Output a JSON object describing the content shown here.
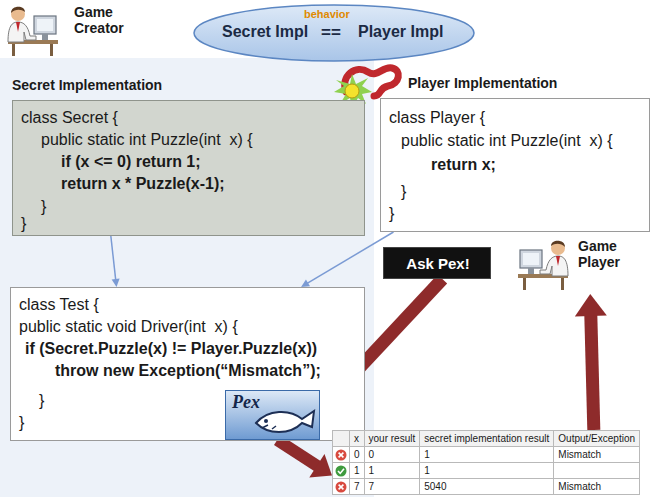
{
  "diagram": {
    "nodes": [
      {
        "text": [
          "Game Creator"
        ]
      },
      {
        "text": [
          "Secret Impl",
          "behavior",
          "==",
          "Player Impl"
        ]
      },
      {
        "text": [
          "Secret Implementation",
          "class Secret {",
          "public static int Puzzle(int  x) {",
          "if (x <= 0) return 1;",
          "return x * Puzzle(x-1);",
          "}",
          "}"
        ]
      },
      {
        "text": [
          "Player Implementation",
          "class Player {",
          "public static int Puzzle(int  x) {",
          "return x;",
          "}",
          "}"
        ]
      },
      {
        "text": [
          "Game Player"
        ]
      },
      {
        "text": [
          "Ask Pex!"
        ]
      },
      {
        "text": [
          "class Test {",
          "public static void Driver(int  x) {",
          "if (Secret.Puzzle(x) != Player.Puzzle(x))",
          "throw new Exception(“Mismatch”);",
          "}",
          "}"
        ]
      },
      {
        "text": [
          "Pex"
        ]
      },
      {
        "text": [
          "x",
          "your result",
          "secret implementation result",
          "Output/Exception",
          "0",
          "0",
          "1",
          "Mismatch",
          "1",
          "1",
          "1",
          "7",
          "7",
          "5040",
          "Mismatch"
        ]
      }
    ],
    "edges": [
      {
        "from": 2,
        "to": 6,
        "arrow": "to"
      },
      {
        "from": 3,
        "to": 6,
        "arrow": "to"
      },
      {
        "from": 5,
        "to": 7,
        "arrow": "to"
      },
      {
        "from": 7,
        "to": 8,
        "arrow": "to"
      },
      {
        "from": 8,
        "to": 4,
        "arrow": "to"
      }
    ]
  }
}
